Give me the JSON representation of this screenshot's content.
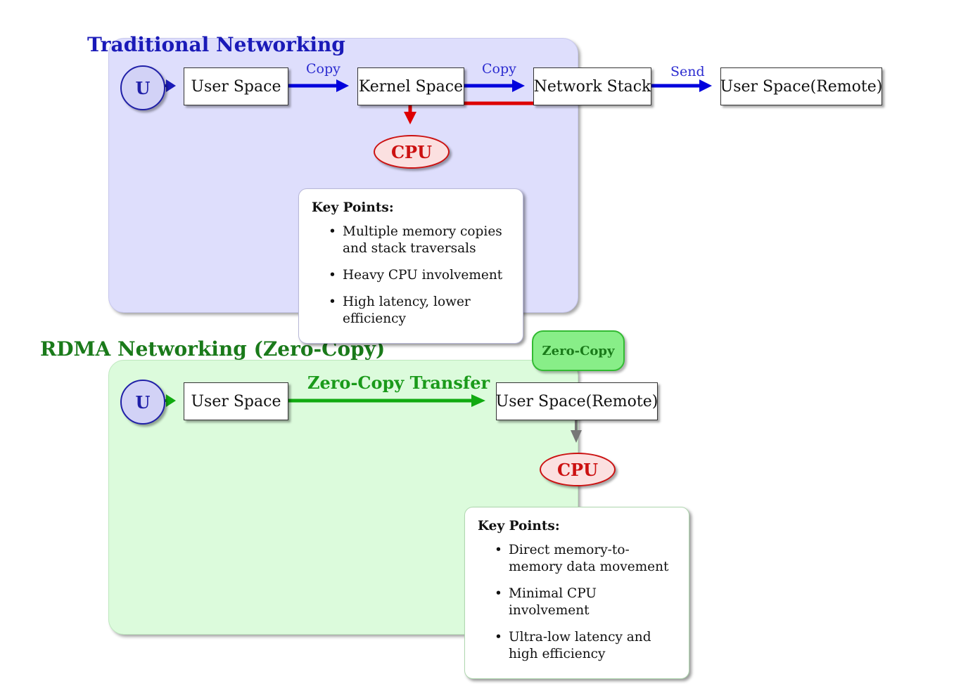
{
  "traditional": {
    "title": "Traditional Networking",
    "user_node": "U",
    "user_space": "User Space",
    "kernel_space": "Kernel Space",
    "network_stack": "Network Stack",
    "remote": "User Space(Remote)",
    "edge_copy_1": "Copy",
    "edge_copy_2": "Copy",
    "edge_send": "Send",
    "cpu": "CPU",
    "key_points": {
      "title": "Key Points:",
      "items": [
        "Multiple memory copies and stack traversals",
        "Heavy CPU involvement",
        "High latency, lower efficiency"
      ]
    }
  },
  "rdma": {
    "title": "RDMA Networking (Zero-Copy)",
    "user_node": "U",
    "user_space": "User Space",
    "remote": "User Space(Remote)",
    "edge_transfer": "Zero-Copy Transfer",
    "badge": "Zero-Copy",
    "cpu": "CPU",
    "key_points": {
      "title": "Key Points:",
      "items": [
        "Direct memory-to-memory data movement",
        "Minimal CPU involvement",
        "Ultra-low latency and high efficiency"
      ]
    }
  },
  "colors": {
    "traditional_region": "#dedefc",
    "rdma_region": "#dcfbdc",
    "blue_arrow": "#0000dd",
    "green_arrow": "#11aa11",
    "red_arrow": "#dd0000",
    "gray_arrow": "#777777"
  }
}
